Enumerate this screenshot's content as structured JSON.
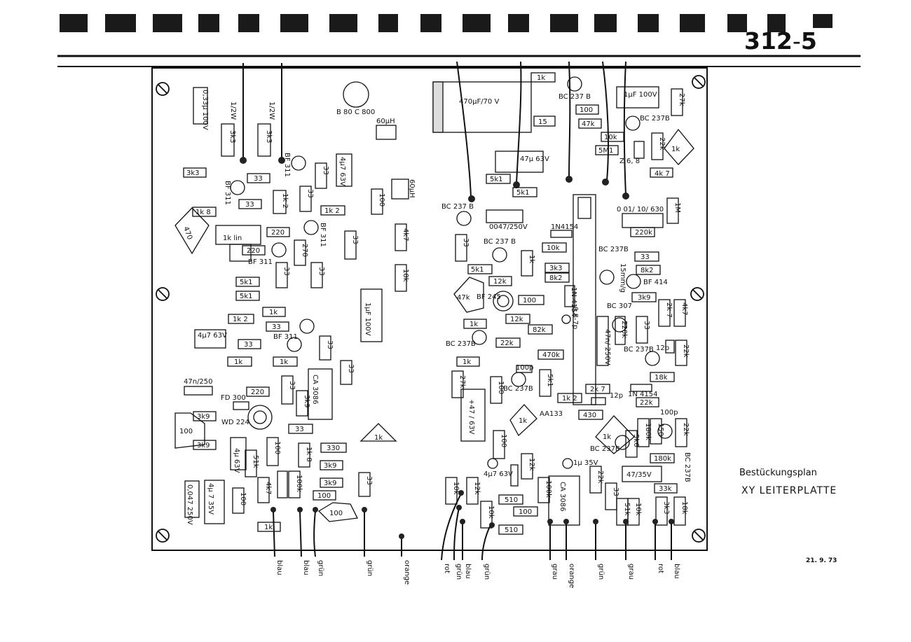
{
  "header": {
    "page_number_main": "312",
    "page_number_sep": "-",
    "page_number_sub": "5"
  },
  "side_labels": {
    "title": "Bestückungsplan",
    "subtitle": "XY LEITERPLATTE",
    "date": "21. 9. 73"
  },
  "components": {
    "c_033u": "0,33µ 100V",
    "r_3k3_a": "3k3",
    "r_3k3_b": "3k3",
    "r_3k3_c": "3k3",
    "w_12w_a": "1/2W",
    "w_12w_b": "1/2W",
    "bridge": "B 80 C 800",
    "c_470u": "470µF/70 V",
    "r_1k_top": "1k",
    "bc237b_top": "BC 237 B",
    "c_1uf_100v": "1µF 100V",
    "r_27k_top": "27k",
    "r_100_top": "100",
    "r_15": "15",
    "r_47k_top": "47k",
    "bc237b_tr": "BC 237B",
    "r_10k_top": "10k",
    "r_22k_top": "22k",
    "r_1k_diamond": "1k",
    "r_5m1": "5M1",
    "z68": "Z 6, 8",
    "r_4k7_top": "4k 7",
    "l_60uh_a": "60µH",
    "l_60uh_b": "60µH",
    "c_4u7_63v_top": "4µ7 63V",
    "c_47u_63v": "47µ 63V",
    "r_5k1_a": "5k1",
    "r_5k1_b": "5k1",
    "bf311_a": "BF 311",
    "bf311_b": "BF 311",
    "bf311_c": "BF 311",
    "bf311_d": "BF 311",
    "bf311_e": "BF 311",
    "r_33_a": "33",
    "r_33_b": "33",
    "r_33_c": "33",
    "r_33_d": "33",
    "r_33_e": "33",
    "r_33_f": "33",
    "r_33_g": "33",
    "r_33_h": "33",
    "r_33_i": "33",
    "r_33_j": "33",
    "r_33_k": "33",
    "r_33_l": "33",
    "r_33_m": "33",
    "r_33_n": "33",
    "r_33_o": "33",
    "r_1k2_a": "1k 2",
    "r_1k2_b": "1k 2",
    "r_1k2_c": "1k 2",
    "r_1k2_d": "1k 2",
    "r_1k8_a": "1k 8",
    "r_1k8_b": "1k 8",
    "trim_470": "470",
    "pot_1k_lin": "1k lin",
    "r_220_a": "220",
    "r_220_b": "220",
    "r_220_c": "220",
    "r_220k": "220k",
    "r_270": "270",
    "r_100_a": "100",
    "r_100_b": "100",
    "r_100_c": "100",
    "r_100_d": "100",
    "r_100_e": "100",
    "r_100_f": "100",
    "r_100_g": "100",
    "r_100_h": "100",
    "r_4k7_a": "4k7",
    "r_4k7_b": "4k7",
    "r_4k7_c": "4k7",
    "r_4k7_d": "4k7",
    "bc237b_l1": "BC 237 B",
    "bc237b_l2": "BC 237 B",
    "c_0047_250v": "0047/250V",
    "n4154_a": "1N4154",
    "n4154_b": "1N 4154",
    "n4154_c": "1N 4154",
    "c_001_630": "0 01/ 10/ 630",
    "r_1m": "1M",
    "r_10k_a": "10k",
    "r_10k_b": "10k",
    "r_10k_c": "10k",
    "r_10k_d": "10k",
    "r_3k3_m": "3k3",
    "r_8k2_a": "8k2",
    "r_8k2_b": "8k2",
    "bc237b_m": "BC 237B",
    "coil_15": "15mm/g",
    "r_5k1_c": "5k1",
    "r_5k1_d": "5k1",
    "r_5k1_e": "5k1",
    "r_12k_a": "12k",
    "r_12k_b": "12k",
    "r_12k_c": "12k",
    "r_12k_d": "12k",
    "r_47k_m": "47k",
    "bf245": "BF 245",
    "bf414": "BF 414",
    "r_3k9_a": "3k9",
    "r_3k9_b": "3k9",
    "r_3k9_c": "3k9",
    "r_3k9_d": "3k9",
    "r_3k9_e": "3k9",
    "r_3k9_f": "3k9",
    "bc307": "BC 307",
    "trim_08_7p": "0,8-7p",
    "r_82k": "82k",
    "c_47n_250v": "47n/ 250V",
    "bc237b_c": "BC 237B",
    "bc237b_d": "BC 237B",
    "bc237b_e": "BC 237B",
    "bc237b_f": "BC 237B",
    "bc237b_g": "BC 237B",
    "bc237b_h": "BC 237B",
    "r_22k_a": "22k",
    "r_22k_b": "22k",
    "r_22k_c": "22k",
    "r_22k_d": "22k",
    "r_22k_e": "22k",
    "r_470k": "470k",
    "c_12p_a": "12p",
    "c_12p_b": "12p",
    "r_18k_a": "18k",
    "r_18k_b": "18k",
    "r_1k_a": "1k",
    "r_1k_b": "1k",
    "r_1k_c": "1k",
    "r_1k_d": "1k",
    "r_1k_e": "1k",
    "r_1k_f": "1k",
    "r_1k_g": "1k",
    "r_1k_h": "1k",
    "r_1k_i": "1k",
    "c_100p_a": "100p",
    "c_100p_b": "100p",
    "r_27k_m": "27k",
    "r_2k7": "2k 7",
    "c_47_63v": "+47 / 63V",
    "aa133": "AA133",
    "r_430": "430",
    "r_180k_a": "180k",
    "r_180k_b": "180k",
    "r_150": "150",
    "r_5k6": "5k6",
    "c_1u_100v": "1µF 100V",
    "c_4u7_63v_l": "4µ7 63V",
    "c_47n_250": "47n/250",
    "fd300": "FD 300",
    "wd224": "WD 224",
    "ca3086_a": "CA 3086",
    "ca3086_b": "CA 3086",
    "trim_100": "100",
    "r_330": "330",
    "r_51k_a": "51k",
    "r_51k_b": "51k",
    "r_51k_c": "51k",
    "c_4u_63v": "4µ 63V",
    "c_4u7_35v": "4µ 7 35V",
    "c_0047_250": "0,047 250V",
    "r_100k_a": "100k",
    "r_100k_b": "100k",
    "c_4u7_63v_b": "4µ7 63V",
    "c_1u_35v": "1µ 35V",
    "r_510_a": "510",
    "r_510_b": "510",
    "c_47_35v": "47/35V",
    "r_33k": "33k",
    "r_3k3_b2": "3k3"
  },
  "wires": [
    "blau",
    "blau",
    "grün",
    "grün",
    "orange",
    "rot",
    "grün",
    "blau",
    "grün",
    "grau",
    "orange",
    "grün",
    "grau",
    "rot",
    "blau"
  ]
}
